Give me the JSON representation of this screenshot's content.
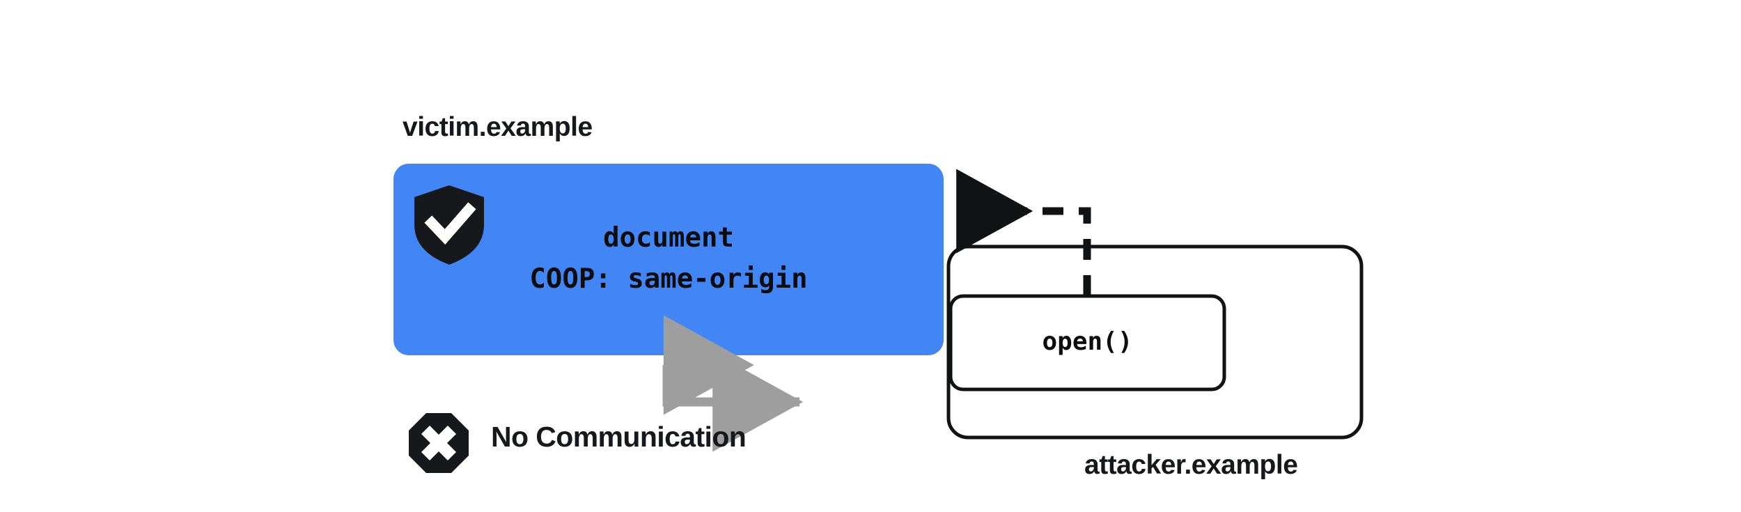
{
  "diagram": {
    "title_note": "COOP same-origin prevents cross-window communication",
    "colors": {
      "victim_fill": "#4285F5",
      "ink": "#17181c",
      "outline": "#111214",
      "arrow_gray": "#9e9e9e",
      "page_background": "#ffffff",
      "icon_mark": "#ffffff"
    },
    "victim": {
      "origin_label": "victim.example",
      "shield_icon": "shield-check-icon",
      "document_label": "document",
      "coop_header": "COOP: same-origin"
    },
    "attacker": {
      "origin_label": "attacker.example",
      "call_label": "open()"
    },
    "relations": {
      "blocked_label": "No Communication",
      "blocked_icon": "octagon-x-icon",
      "blocked_arrow_icon": "double-headed-elbow-arrow-icon",
      "open_arrow_icon": "dashed-arrow-left-icon"
    }
  }
}
